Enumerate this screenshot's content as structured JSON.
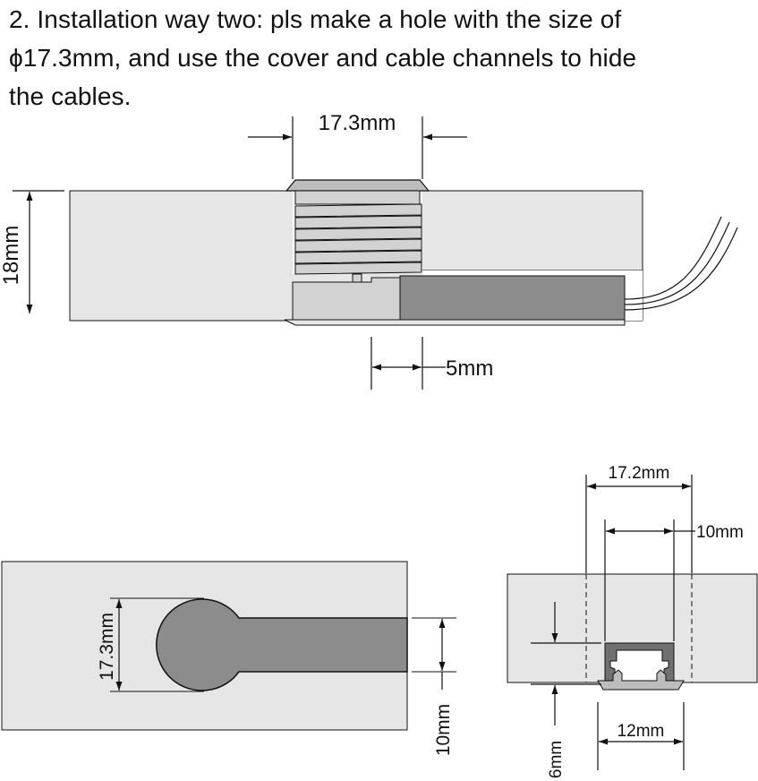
{
  "heading": {
    "line1": "2. Installation way two: pls make a hole with the size of",
    "line2": "ϕ17.3mm, and use the cover and cable channels to hide",
    "line3": "the cables."
  },
  "top_view": {
    "dim_hole_width": "17.3mm",
    "dim_thickness": "18mm",
    "dim_channel_offset": "5mm"
  },
  "bottom_left_view": {
    "dim_hole_diameter": "17.3mm",
    "dim_slot_width": "10mm"
  },
  "bottom_right_view": {
    "dim_outer_width": "17.2mm",
    "dim_inner_width": "10mm",
    "dim_base_width": "12mm",
    "dim_depth": "6mm"
  },
  "colors": {
    "board": "#e6e6e6",
    "light_part": "#d2d2d2",
    "mid_part": "#bdbdbd",
    "dark_part": "#8c8c8c",
    "channel_dark": "#707070",
    "line": "#111111"
  }
}
